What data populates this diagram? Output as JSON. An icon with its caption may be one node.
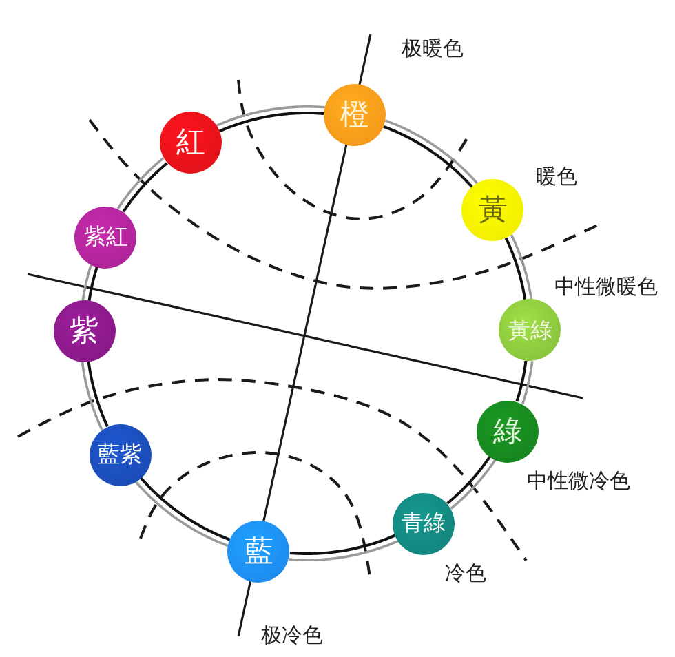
{
  "diagram": {
    "nodes": [
      {
        "text": [
          "橙"
        ]
      },
      {
        "text": [
          "黃"
        ]
      },
      {
        "text": [
          "黃綠"
        ]
      },
      {
        "text": [
          "綠"
        ]
      },
      {
        "text": [
          "青綠"
        ]
      },
      {
        "text": [
          "藍"
        ]
      },
      {
        "text": [
          "藍紫"
        ]
      },
      {
        "text": [
          "紫"
        ]
      },
      {
        "text": [
          "紫紅"
        ]
      },
      {
        "text": [
          "紅"
        ]
      }
    ],
    "edges": [
      {
        "from": 0,
        "to": 1,
        "arrow": "none"
      },
      {
        "from": 1,
        "to": 2,
        "arrow": "none"
      },
      {
        "from": 2,
        "to": 3,
        "arrow": "none"
      },
      {
        "from": 3,
        "to": 4,
        "arrow": "none"
      },
      {
        "from": 4,
        "to": 5,
        "arrow": "none"
      },
      {
        "from": 5,
        "to": 6,
        "arrow": "none"
      },
      {
        "from": 6,
        "to": 7,
        "arrow": "none"
      },
      {
        "from": 7,
        "to": 8,
        "arrow": "none"
      },
      {
        "from": 8,
        "to": 9,
        "arrow": "none"
      },
      {
        "from": 9,
        "to": 0,
        "arrow": "none"
      }
    ],
    "labels": [
      "极暖色",
      "暖色",
      "中性微暖色",
      "中性微冷色",
      "冷色",
      "极冷色"
    ]
  }
}
